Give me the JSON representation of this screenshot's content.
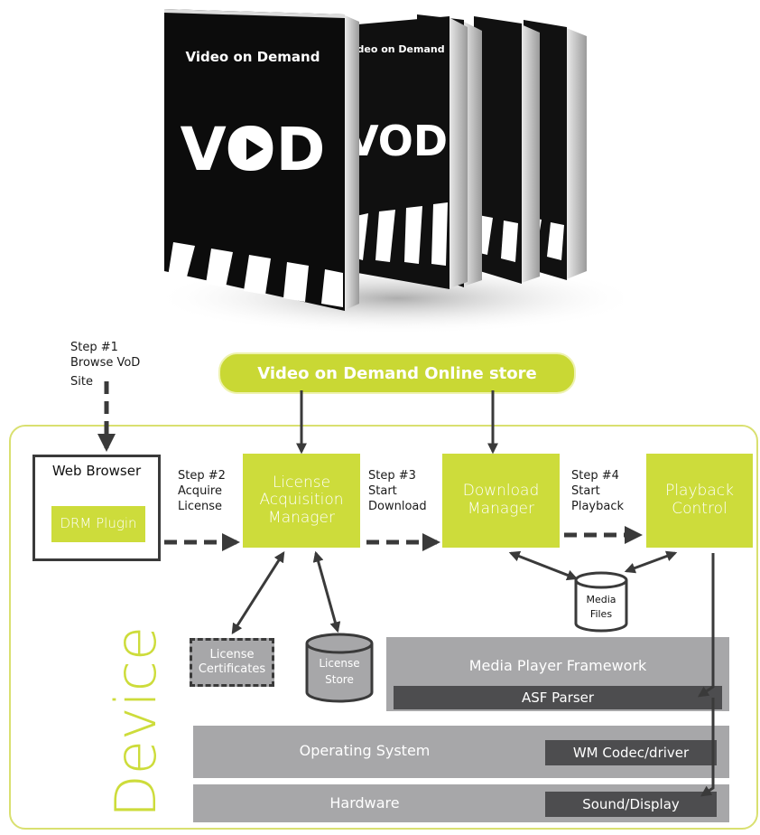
{
  "store": {
    "label": "Video on Demand Online store"
  },
  "cover": {
    "title": "Video on Demand",
    "logo": "VOD"
  },
  "steps": {
    "s1": {
      "step": "Step #1",
      "line1": "Browse VoD",
      "line2": "Site"
    },
    "s2": {
      "step": "Step #2",
      "line1": "Acquire",
      "line2": "License"
    },
    "s3": {
      "step": "Step #3",
      "line1": "Start",
      "line2": "Download"
    },
    "s4": {
      "step": "Step #4",
      "line1": "Start",
      "line2": "Playback"
    }
  },
  "components": {
    "web_browser": "Web Browser",
    "drm_plugin": "DRM Plugin",
    "license_manager": [
      "License",
      "Acquisition",
      "Manager"
    ],
    "download_manager": [
      "Download",
      "Manager"
    ],
    "playback_control": [
      "Playback",
      "Control"
    ],
    "media_files": [
      "Media",
      "Files"
    ],
    "license_certificates": [
      "License",
      "Certificates"
    ],
    "license_store": [
      "License",
      "Store"
    ]
  },
  "stack": {
    "media_player_framework": "Media Player Framework",
    "asf_parser": "ASF Parser",
    "operating_system": "Operating System",
    "wm_codec": "WM Codec/driver",
    "hardware": "Hardware",
    "sound_display": "Sound/Display"
  },
  "device_label": "Device",
  "colors": {
    "accent": "#cddc3b",
    "grey": "#a7a7a9",
    "dark": "#4d4d4f",
    "line": "#3a3a3a"
  }
}
